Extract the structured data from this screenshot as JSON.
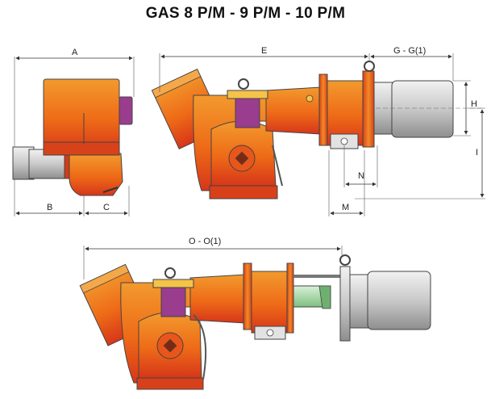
{
  "title": "GAS 8 P/M - 9 P/M - 10 P/M",
  "dimensions": {
    "A": "A",
    "B": "B",
    "C": "C",
    "E": "E",
    "G": "G - G(1)",
    "H": "H",
    "I": "I",
    "N": "N",
    "M": "M",
    "O": "O - O(1)"
  },
  "colors": {
    "body_orange": "#F07818",
    "body_red": "#D83A14",
    "motor_grey": "#C8C8C8",
    "purple": "#9A3D8E",
    "green_pipe": "#A8D8A8"
  }
}
